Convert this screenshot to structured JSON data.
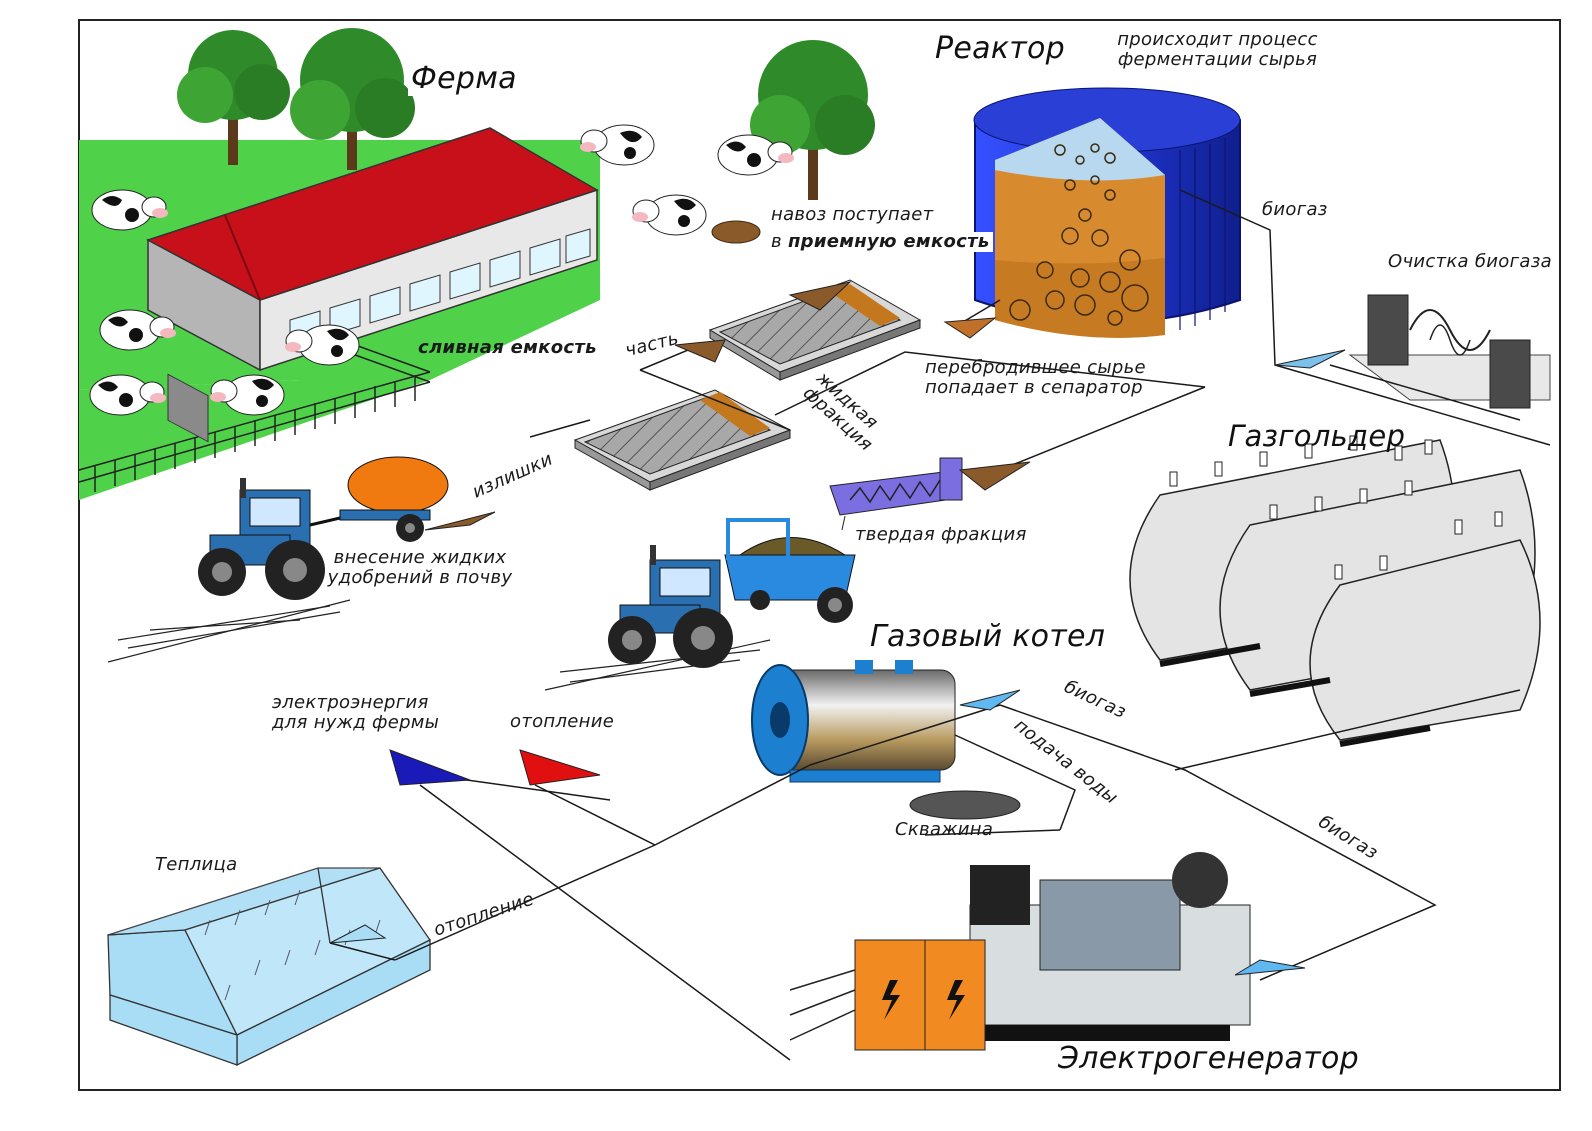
{
  "labels": {
    "farm": "Ферма",
    "reactor": "Реактор",
    "fermentation": "происходит процесс ферментации сырья",
    "manure_line1": "навоз поступает",
    "manure_line2_prefix": "в ",
    "manure_line2_bold": "приемную емкость",
    "drain_tank": "сливная емкость",
    "part": "часть",
    "fermented": "перебродившее сырье попадает в сепаратор",
    "liquid_fraction": "жидкая фракция",
    "surplus": "излишки",
    "solid_fraction": "твердая фракция",
    "liquid_fertilizer": "внесение жидких удобрений в почву",
    "biogas_reactor": "биогаз",
    "gas_cleaning": "Очистка биогаза",
    "gasholder": "Газгольдер",
    "gas_boiler": "Газовый котел",
    "biogas_boiler": "биогаз",
    "water_supply": "подача воды",
    "well": "Скважина",
    "biogas_generator": "биогаз",
    "electricity": "электроэнергия для нужд фермы",
    "heating": "отопление",
    "greenhouse": "Теплица",
    "heating_greenhouse": "отопление",
    "generator": "Электрогенератор"
  },
  "colors": {
    "roof": "#c8101a",
    "grass": "#4fd14a",
    "reactor_blue": "#2a3fd6",
    "reactor_fill": "#d78a2e",
    "reactor_top": "#b8d8f0",
    "generator_orange": "#f28a22",
    "greenhouse": "#a9dcf5",
    "tractor_blue": "#2a6fb0",
    "tank_orange": "#f07a10",
    "boiler_blue": "#1c7fd0"
  },
  "icons": [
    "cow-icon",
    "tree-icon",
    "tractor-icon",
    "lightning-icon"
  ]
}
